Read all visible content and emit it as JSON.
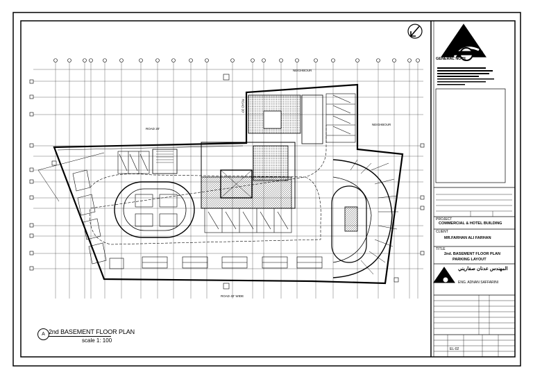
{
  "drawing": {
    "plan_title": "2nd BASEMENT FLOOR PLAN",
    "scale": "scale 1: 100",
    "callout_letter": "A",
    "road_label": "ROAD 40' WIDE",
    "neighbour_top": "NEIGHBOUR",
    "neighbour_right": "NEIGHBOUR",
    "road_left": "ROAD 20'",
    "road_right": "ROAD 20'"
  },
  "title_block": {
    "general_notes": "GENERAL NOTE",
    "project_label": "PROJECT",
    "project_name": "COMMERCIAL & HOTEL BUILDING",
    "owner_label": "CLIENT",
    "owner_name": "MR.FARHAN ALI FARHAN",
    "drawing_label": "TITLE",
    "drawing_name": "2nd. BASEMENT FLOOR PLAN",
    "drawing_sub": "PARKING LAYOUT",
    "consultant_arabic": "المهندس عدنان صفاريني",
    "consultant_name": "ENG. ADNAN SAFFARINI",
    "sheet_no": "EL-02"
  },
  "colors": {
    "line": "#000000",
    "paper": "#ffffff",
    "hatch": "#555555"
  }
}
